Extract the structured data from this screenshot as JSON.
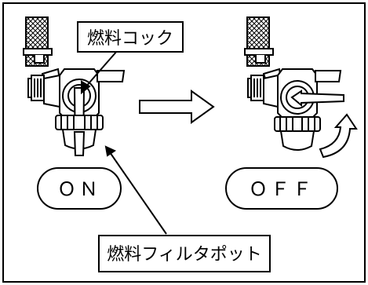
{
  "labels": {
    "fuel_cock": "燃料コック",
    "on": "ＯＮ",
    "off": "ＯＦＦ",
    "fuel_filter_pot": "燃料フィルタポット"
  },
  "icons": {
    "transition_arrow": "right-hollow-arrow-icon",
    "rotate_arrow": "curved-up-arrow-icon"
  },
  "colors": {
    "ink": "#000000",
    "paper": "#ffffff"
  }
}
